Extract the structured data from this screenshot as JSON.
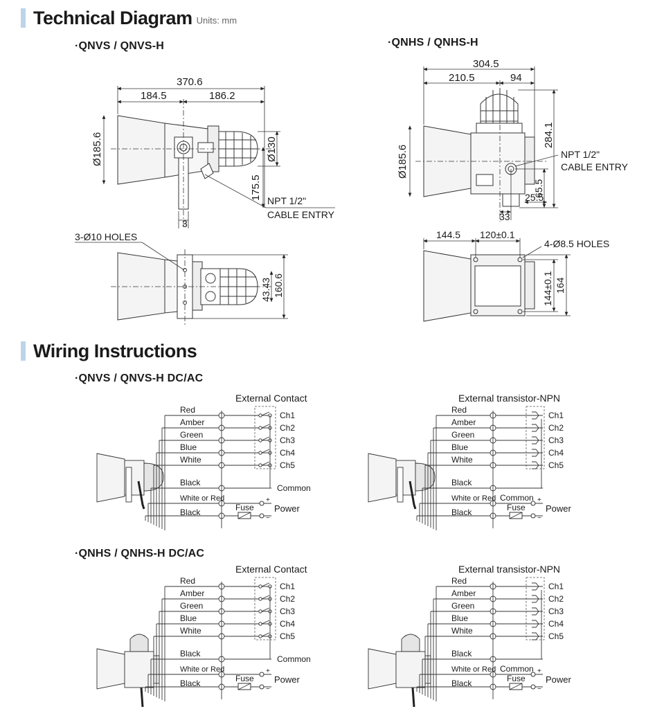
{
  "header": {
    "title": "Technical Diagram",
    "units": "Units: mm"
  },
  "tech": {
    "left_model": "·QNVS / QNVS-H",
    "right_model": "·QNHS / QNHS-H",
    "qnvs": {
      "dim_total": "370.6",
      "dim_a": "184.5",
      "dim_b": "186.2",
      "dim_dia": "Ø185.6",
      "dim_dia2": "Ø130",
      "dim_h": "175.5",
      "npt": "NPT 1/2\"",
      "cable": "CABLE ENTRY",
      "dim_3": "3",
      "holes": "3-Ø10 HOLES",
      "dim_43": "43.43",
      "dim_160": "160.6"
    },
    "qnhs": {
      "dim_total": "304.5",
      "dim_a": "210.5",
      "dim_b": "94",
      "dim_dia": "Ø185.6",
      "dim_h": "284.1",
      "npt": "NPT 1/2\"",
      "cable": "CABLE ENTRY",
      "dim_65": "65.5",
      "dim_25": "25.5",
      "dim_33": "33",
      "dim_144": "144.5",
      "dim_120": "120±0.1",
      "holes": "4-Ø8.5 HOLES",
      "dim_144b": "144±0.1",
      "dim_164": "164"
    }
  },
  "wiring": {
    "title": "Wiring Instructions",
    "qnvs_title": "·QNVS / QNVS-H  DC/AC",
    "qnhs_title": "·QNHS / QNHS-H  DC/AC",
    "contact_label": "External Contact",
    "npn_label": "External transistor-NPN",
    "wires": [
      "Red",
      "Amber",
      "Green",
      "Blue",
      "White"
    ],
    "channels": [
      "Ch1",
      "Ch2",
      "Ch3",
      "Ch4",
      "Ch5"
    ],
    "black": "Black",
    "common": "Common",
    "white_or_red": "White or Red",
    "black2": "Black",
    "fuse": "Fuse",
    "power": "Power",
    "plus": "+",
    "minus": "−"
  }
}
